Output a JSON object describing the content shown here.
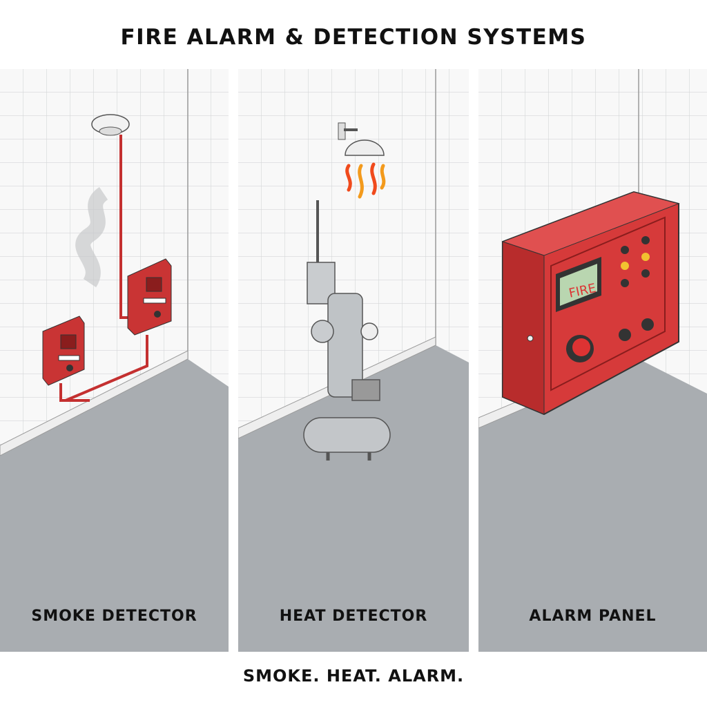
{
  "title": "FIRE ALARM & DETECTION SYSTEMS",
  "panels": [
    {
      "label": "SMOKE DETECTOR",
      "icon": "smoke-detector-icon"
    },
    {
      "label": "HEAT DETECTOR",
      "icon": "heat-detector-icon"
    },
    {
      "label": "ALARM PANEL",
      "icon": "alarm-panel-icon",
      "display_text": "FIRE"
    }
  ],
  "footer": "SMOKE. HEAT. ALARM.",
  "colors": {
    "alarm_red": "#d63a3a",
    "floor": "#a9adb1",
    "wall": "#f7f7f7",
    "grid": "#d5d7d9",
    "display": "#b9d6b0",
    "flame": "#f08a1c"
  }
}
